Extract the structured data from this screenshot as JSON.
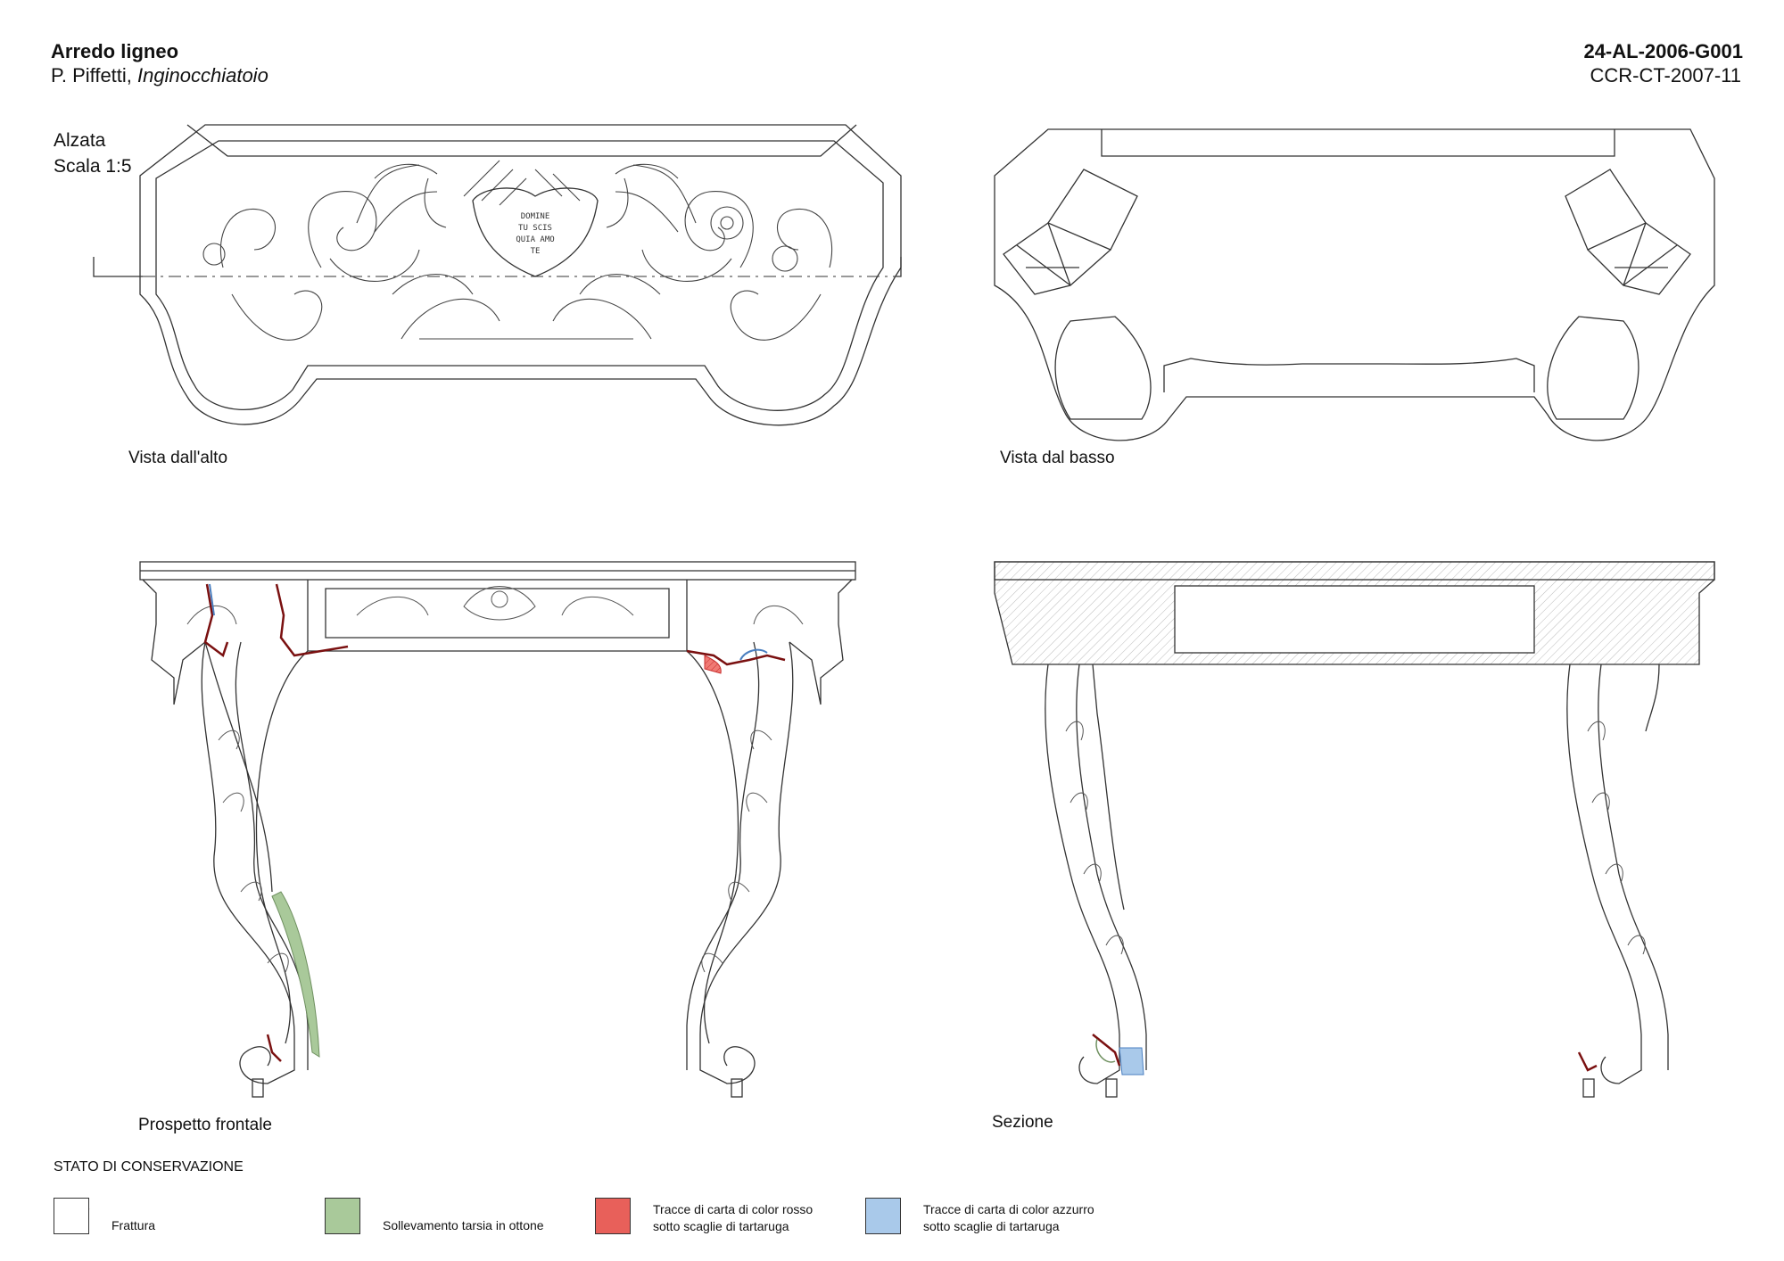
{
  "header": {
    "category": "Arredo ligneo",
    "author": "P. Piffetti, ",
    "work": "Inginocchiatoio",
    "code": "24-AL-2006-G001",
    "ref": "CCR-CT-2007-11"
  },
  "sheet": {
    "section_name": "Alzata",
    "scale": "Scala 1:5"
  },
  "views": {
    "top": "Vista dall'alto",
    "bottom": "Vista dal basso",
    "front": "Prospetto frontale",
    "section": "Sezione"
  },
  "inscription": [
    "DOMINE",
    "TU SCIS",
    "QUIA AMO",
    "TE"
  ],
  "legend": {
    "title": "STATO DI CONSERVAZIONE",
    "items": [
      {
        "label": "Frattura",
        "color": "#7a1010"
      },
      {
        "label": "Sollevamento tarsia in ottone",
        "color": "#a9c99a"
      },
      {
        "label": "Tracce di carta di color rosso",
        "label2": "sotto scaglie di tartaruga",
        "color": "#e8605a"
      },
      {
        "label": "Tracce di carta di color azzurro",
        "label2": "sotto scaglie di tartaruga",
        "color": "#a9c9ea"
      }
    ]
  }
}
